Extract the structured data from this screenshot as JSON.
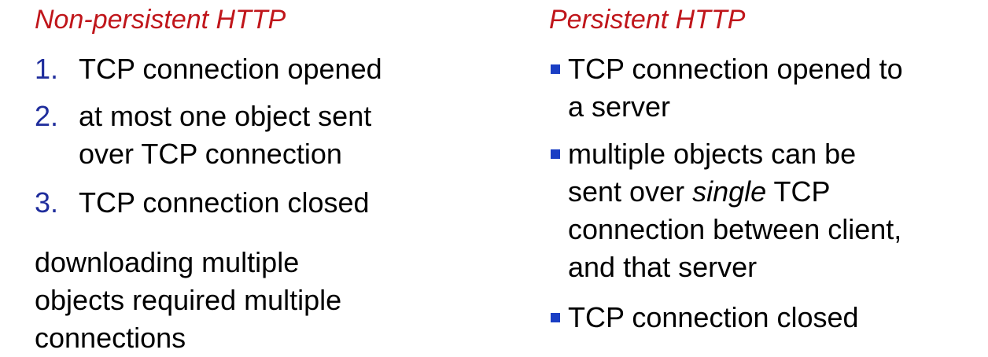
{
  "left": {
    "heading": "Non-persistent HTTP",
    "steps": [
      {
        "num": "1.",
        "lines": [
          "TCP connection opened"
        ]
      },
      {
        "num": "2.",
        "lines": [
          "at most one object sent",
          "over TCP connection"
        ]
      },
      {
        "num": "3.",
        "lines": [
          "TCP connection closed"
        ]
      }
    ],
    "note_lines": [
      "downloading multiple",
      "objects required multiple",
      "connections"
    ]
  },
  "right": {
    "heading": "Persistent HTTP",
    "bullets": [
      {
        "lines": [
          "TCP connection opened to",
          "a server"
        ]
      },
      {
        "lines_pre": "sent over ",
        "lines_em": "single",
        "lines_post": " TCP",
        "line1": "multiple objects can be",
        "line3": "connection between client,",
        "line4": "and that server"
      },
      {
        "lines": [
          "TCP connection closed"
        ]
      }
    ]
  },
  "colors": {
    "heading": "#c0161b",
    "number": "#1f2d9c",
    "bullet": "#1a3ec4",
    "text": "#000000"
  }
}
